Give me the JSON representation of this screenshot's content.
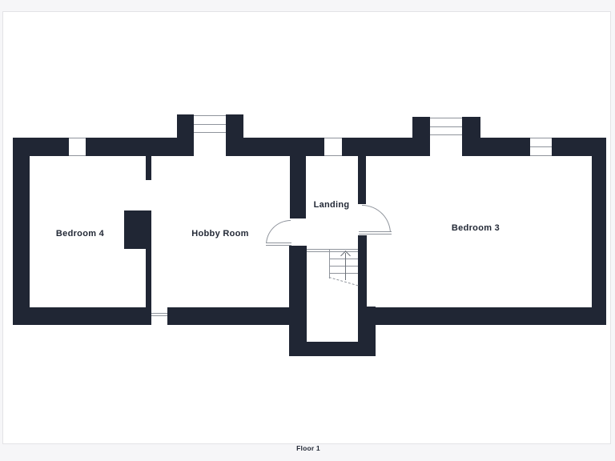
{
  "floorplan": {
    "caption": "Floor 1",
    "rooms": [
      {
        "id": "bedroom-4",
        "label": "Bedroom 4"
      },
      {
        "id": "hobby-room",
        "label": "Hobby Room"
      },
      {
        "id": "landing",
        "label": "Landing"
      },
      {
        "id": "bedroom-3",
        "label": "Bedroom 3"
      }
    ],
    "features": {
      "doors": 2,
      "windows": 5,
      "staircase": "winder stairs up from landing"
    }
  },
  "colors": {
    "wall": "#202634",
    "line": "#8f949c",
    "line-dark": "#6b7078",
    "text": "#232936",
    "canvas": "#ffffff",
    "page-bg": "#f6f6f8",
    "canvas-border": "#e3e3e6"
  }
}
